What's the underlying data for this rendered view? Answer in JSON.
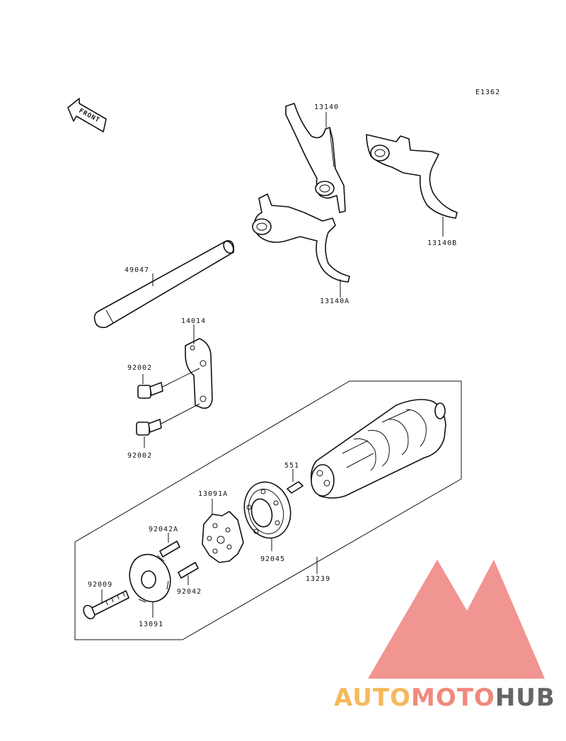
{
  "diagram": {
    "ref_code": "E1362",
    "front_label": "FRONT",
    "parts": {
      "fork_13140": "13140",
      "fork_13140b": "13140B",
      "fork_13140a": "13140A",
      "shaft_49047": "49047",
      "plate_14014": "14014",
      "bolt_92002_upper": "92002",
      "bolt_92002_lower": "92002",
      "pin_551": "551",
      "holder_13091a": "13091A",
      "pin_92042a": "92042A",
      "bearing_92045": "92045",
      "drum_13239": "13239",
      "bolt_92009": "92009",
      "pin_92042": "92042",
      "plate_13091": "13091"
    }
  },
  "watermark": {
    "text_part1": "AUTO",
    "text_part2": "MOTO",
    "text_part3": "HUB",
    "colors": {
      "triangle": "#f08a86",
      "auto": "#f4b24a",
      "moto": "#ef7d6e",
      "hub": "#555555"
    }
  }
}
